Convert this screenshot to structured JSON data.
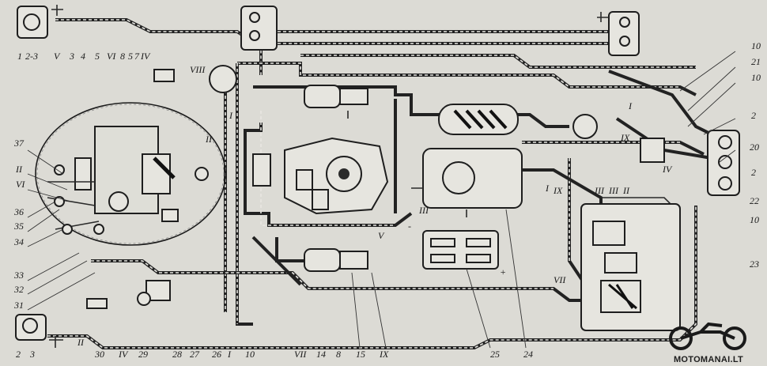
{
  "labels": {
    "top_left": [
      "2-3",
      "1",
      "V",
      "3",
      "4",
      "5",
      "VI",
      "8",
      "5",
      "7",
      "IV",
      "VIII",
      "II"
    ],
    "left": [
      "37",
      "II",
      "VI",
      "36",
      "35",
      "34",
      "33",
      "32",
      "31"
    ],
    "bottom": [
      "2",
      "3",
      "II",
      "30",
      "IV",
      "29",
      "28",
      "27",
      "26",
      "I",
      "10",
      "VII",
      "14",
      "8",
      "15",
      "IX",
      "25",
      "24"
    ],
    "right": [
      "10",
      "21",
      "10",
      "2",
      "20",
      "2",
      "22",
      "10",
      "23",
      "I",
      "IX",
      "IV",
      "VII",
      "III",
      "III",
      "II",
      "I",
      "V",
      "I",
      "III",
      "IX"
    ],
    "center_misc": [
      "+",
      "-"
    ]
  },
  "watermark": {
    "text": "MOTOMANAI.LT",
    "icon": "motorcycle-icon"
  }
}
